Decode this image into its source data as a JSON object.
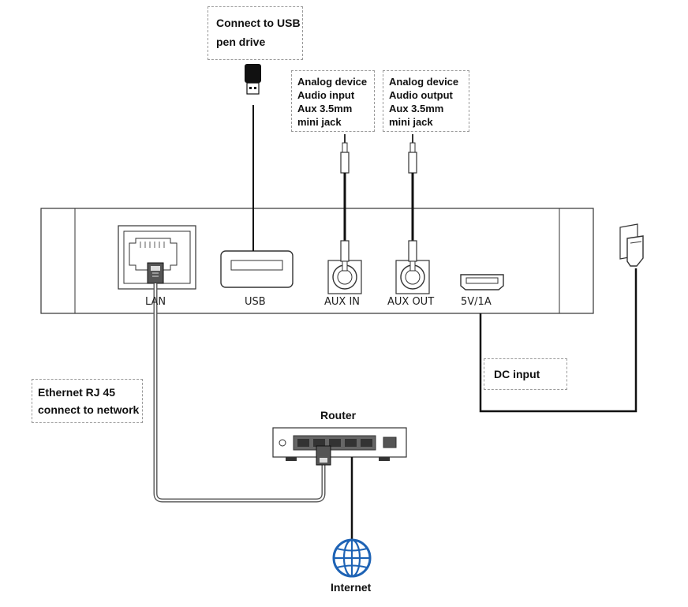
{
  "callouts": {
    "usb_pen": [
      "Connect to USB",
      "pen drive"
    ],
    "aux_in": [
      "Analog device",
      "Audio input",
      "Aux 3.5mm",
      "mini jack"
    ],
    "aux_out": [
      "Analog device",
      "Audio output",
      "Aux 3.5mm",
      "mini jack"
    ],
    "dc_input": "DC input",
    "ethernet": [
      "Ethernet RJ 45",
      "connect to network"
    ]
  },
  "ports": {
    "lan": "LAN",
    "usb": "USB",
    "aux_in": "AUX IN",
    "aux_out": "AUX OUT",
    "power": "5V/1A"
  },
  "router": {
    "label": "Router"
  },
  "internet": {
    "label": "Internet"
  },
  "colors": {
    "line": "#111111",
    "device_outline": "#333333",
    "callout_border": "#9a9a9a",
    "globe": "#1e63b5"
  }
}
